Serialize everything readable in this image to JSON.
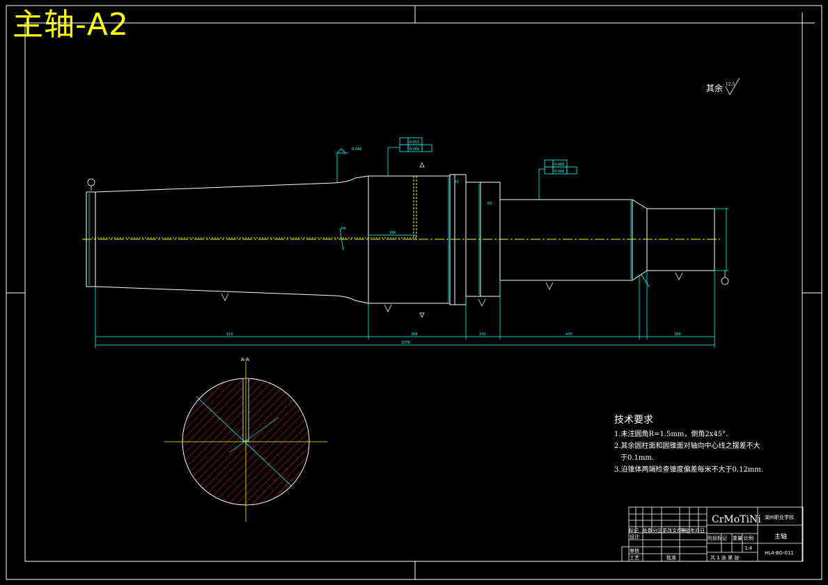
{
  "watermark": {
    "title": "主轴-A2",
    "color": "#ffff00"
  },
  "colors": {
    "background": "#000000",
    "border": "#ffffff",
    "outline": "#ffffff",
    "dimension": "#00ffff",
    "centerline": "#ffff00",
    "section_hatch": "#ff2020"
  },
  "surface_note": {
    "text": "其余",
    "roughness": "12.5"
  },
  "tech_requirements": {
    "title": "技术要求",
    "items": [
      "1.未注圆角R=1.5mm，倒角2x45°.",
      "2.其余圆柱面和圆锥面对轴向中心线之摆差不大",
      "于0.1mm.",
      "3.沿锥体两端检查锥度偏差每米不大于0.12mm."
    ]
  },
  "section": {
    "label": "A-A"
  },
  "title_block": {
    "material": "CrMoTiNi",
    "school": "湖州职业学校",
    "part_name": "主轴",
    "code": "HL4-BG-011",
    "scale": "1:4",
    "sheet": "共 1 张  第 张",
    "headers": [
      "标记",
      "处数",
      "分区",
      "更改文件号",
      "签名",
      "年月日"
    ],
    "roles": [
      "设计",
      "审核",
      "工艺",
      "批准"
    ],
    "stage_headers": [
      "阶段标记",
      "重量",
      "比例"
    ]
  }
}
